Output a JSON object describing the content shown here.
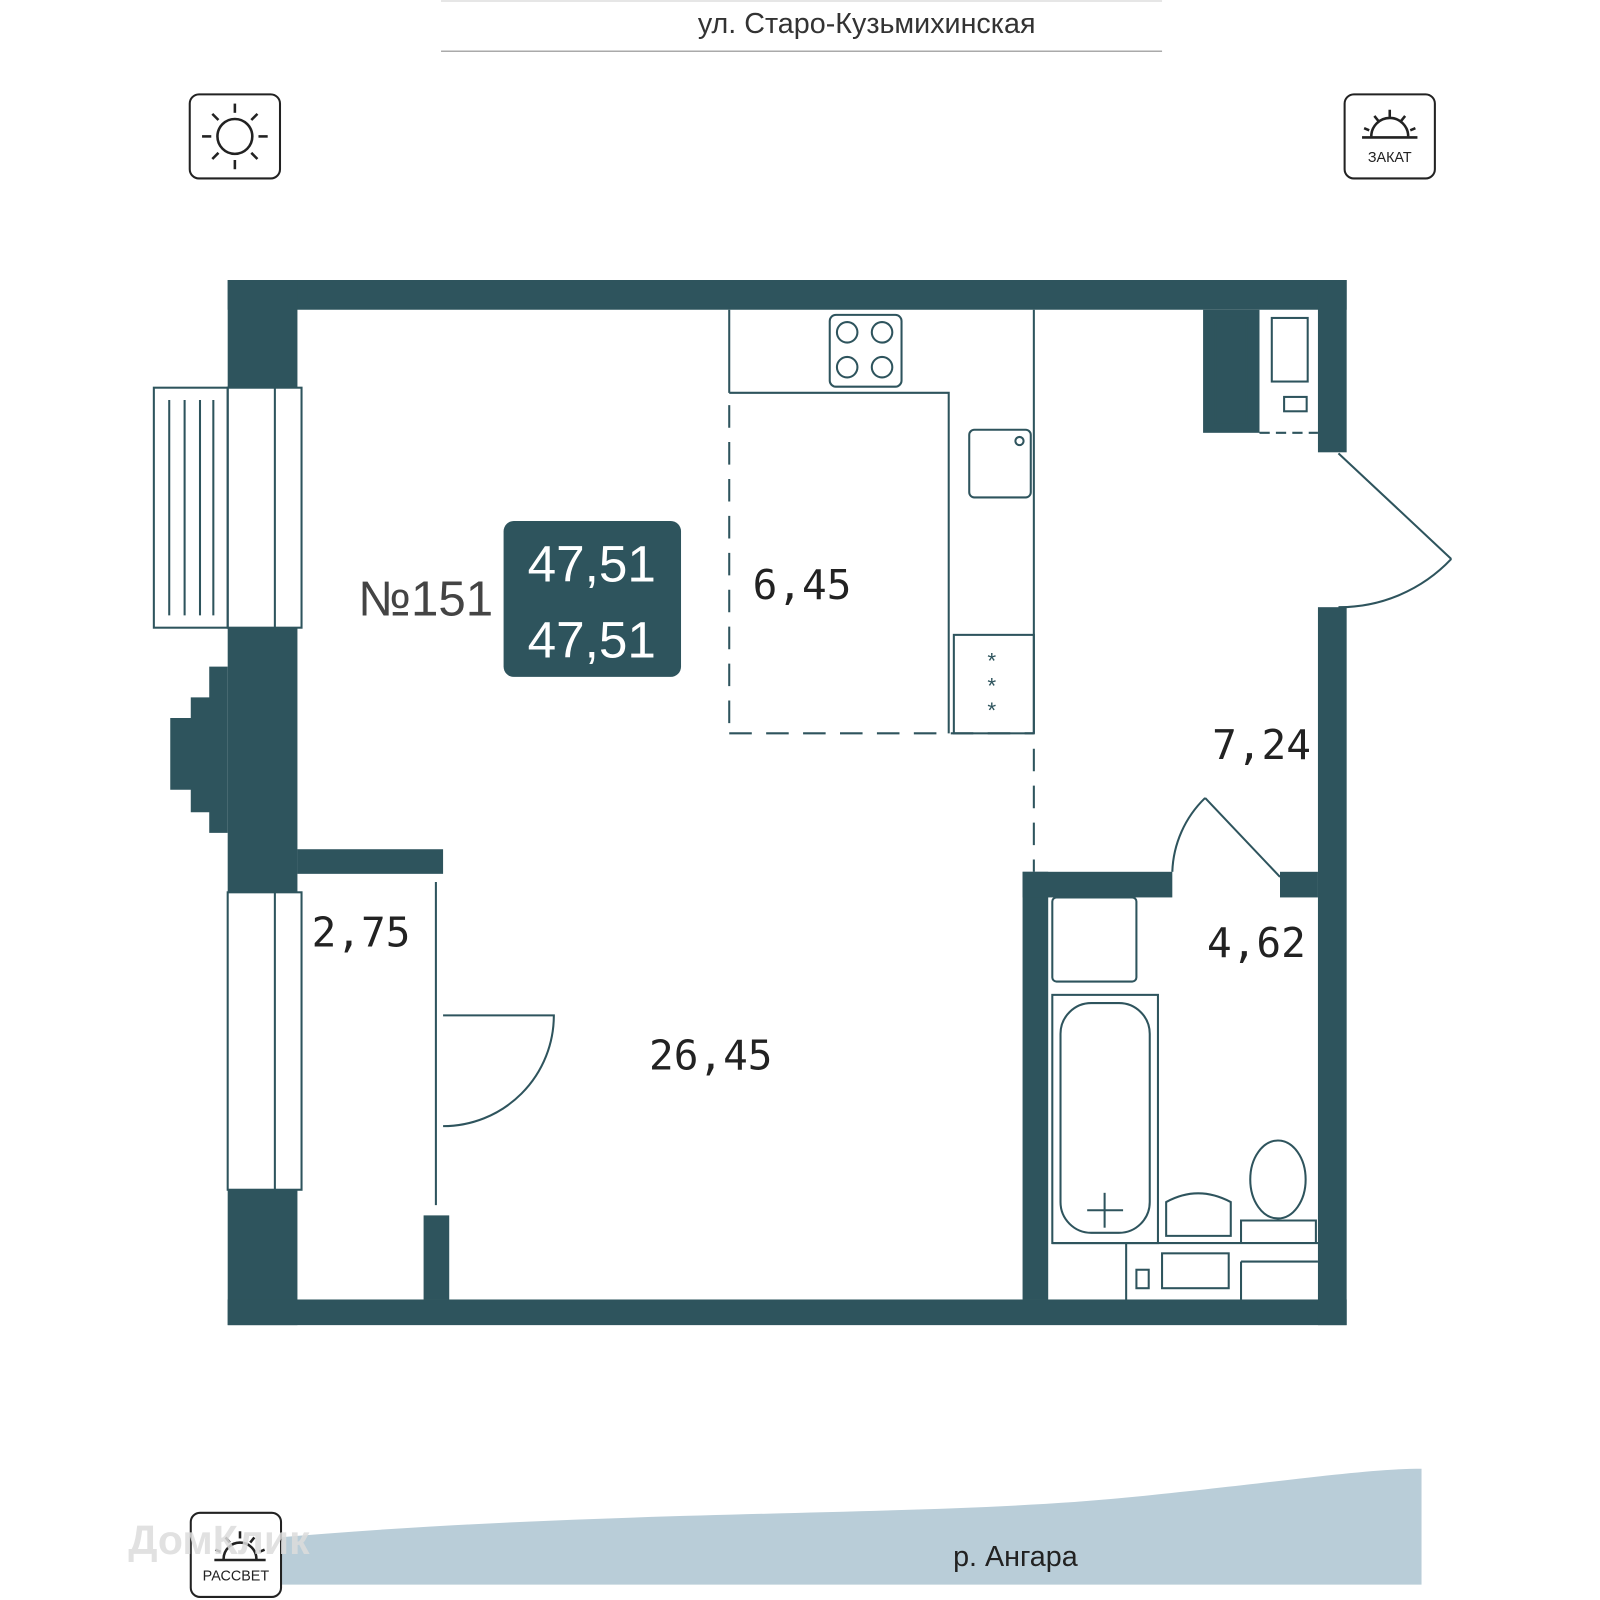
{
  "street": "ул. Старо-Кузьмихинская",
  "river": "р. Ангара",
  "compass": {
    "top_left_icon": "sun-icon",
    "top_right_label": "ЗАКАТ",
    "bottom_left_label": "РАССВЕТ"
  },
  "apartment": {
    "number": "№151",
    "total_area": "47,51",
    "living_area": "47,51"
  },
  "rooms": [
    {
      "name": "kitchen",
      "area": "6,45"
    },
    {
      "name": "hallway",
      "area": "7,24"
    },
    {
      "name": "bathroom",
      "area": "4,62"
    },
    {
      "name": "wardrobe",
      "area": "2,75"
    },
    {
      "name": "living-room",
      "area": "26,45"
    }
  ],
  "watermark": "ДомКлик",
  "colors": {
    "wall": "#2e545d",
    "river": "#b9cdd8",
    "text": "#222222"
  }
}
